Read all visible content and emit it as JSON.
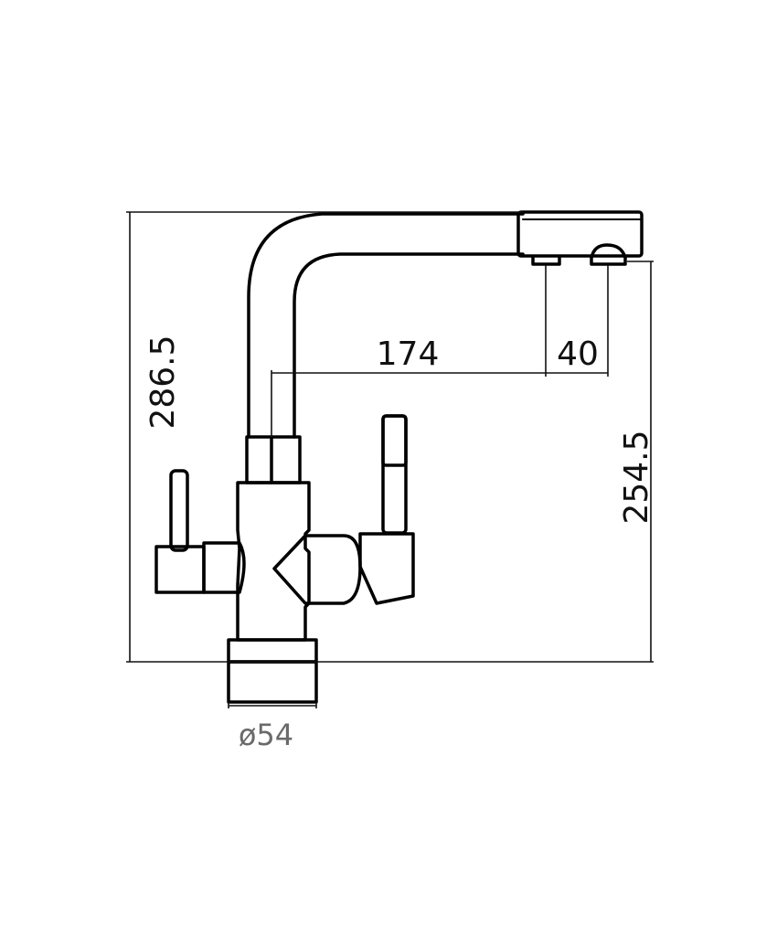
{
  "dimensions": {
    "overall_height": "286.5",
    "spout_height": "254.5",
    "spout_reach": "174",
    "outlet_spacing": "40",
    "base_diameter": "ø54"
  }
}
